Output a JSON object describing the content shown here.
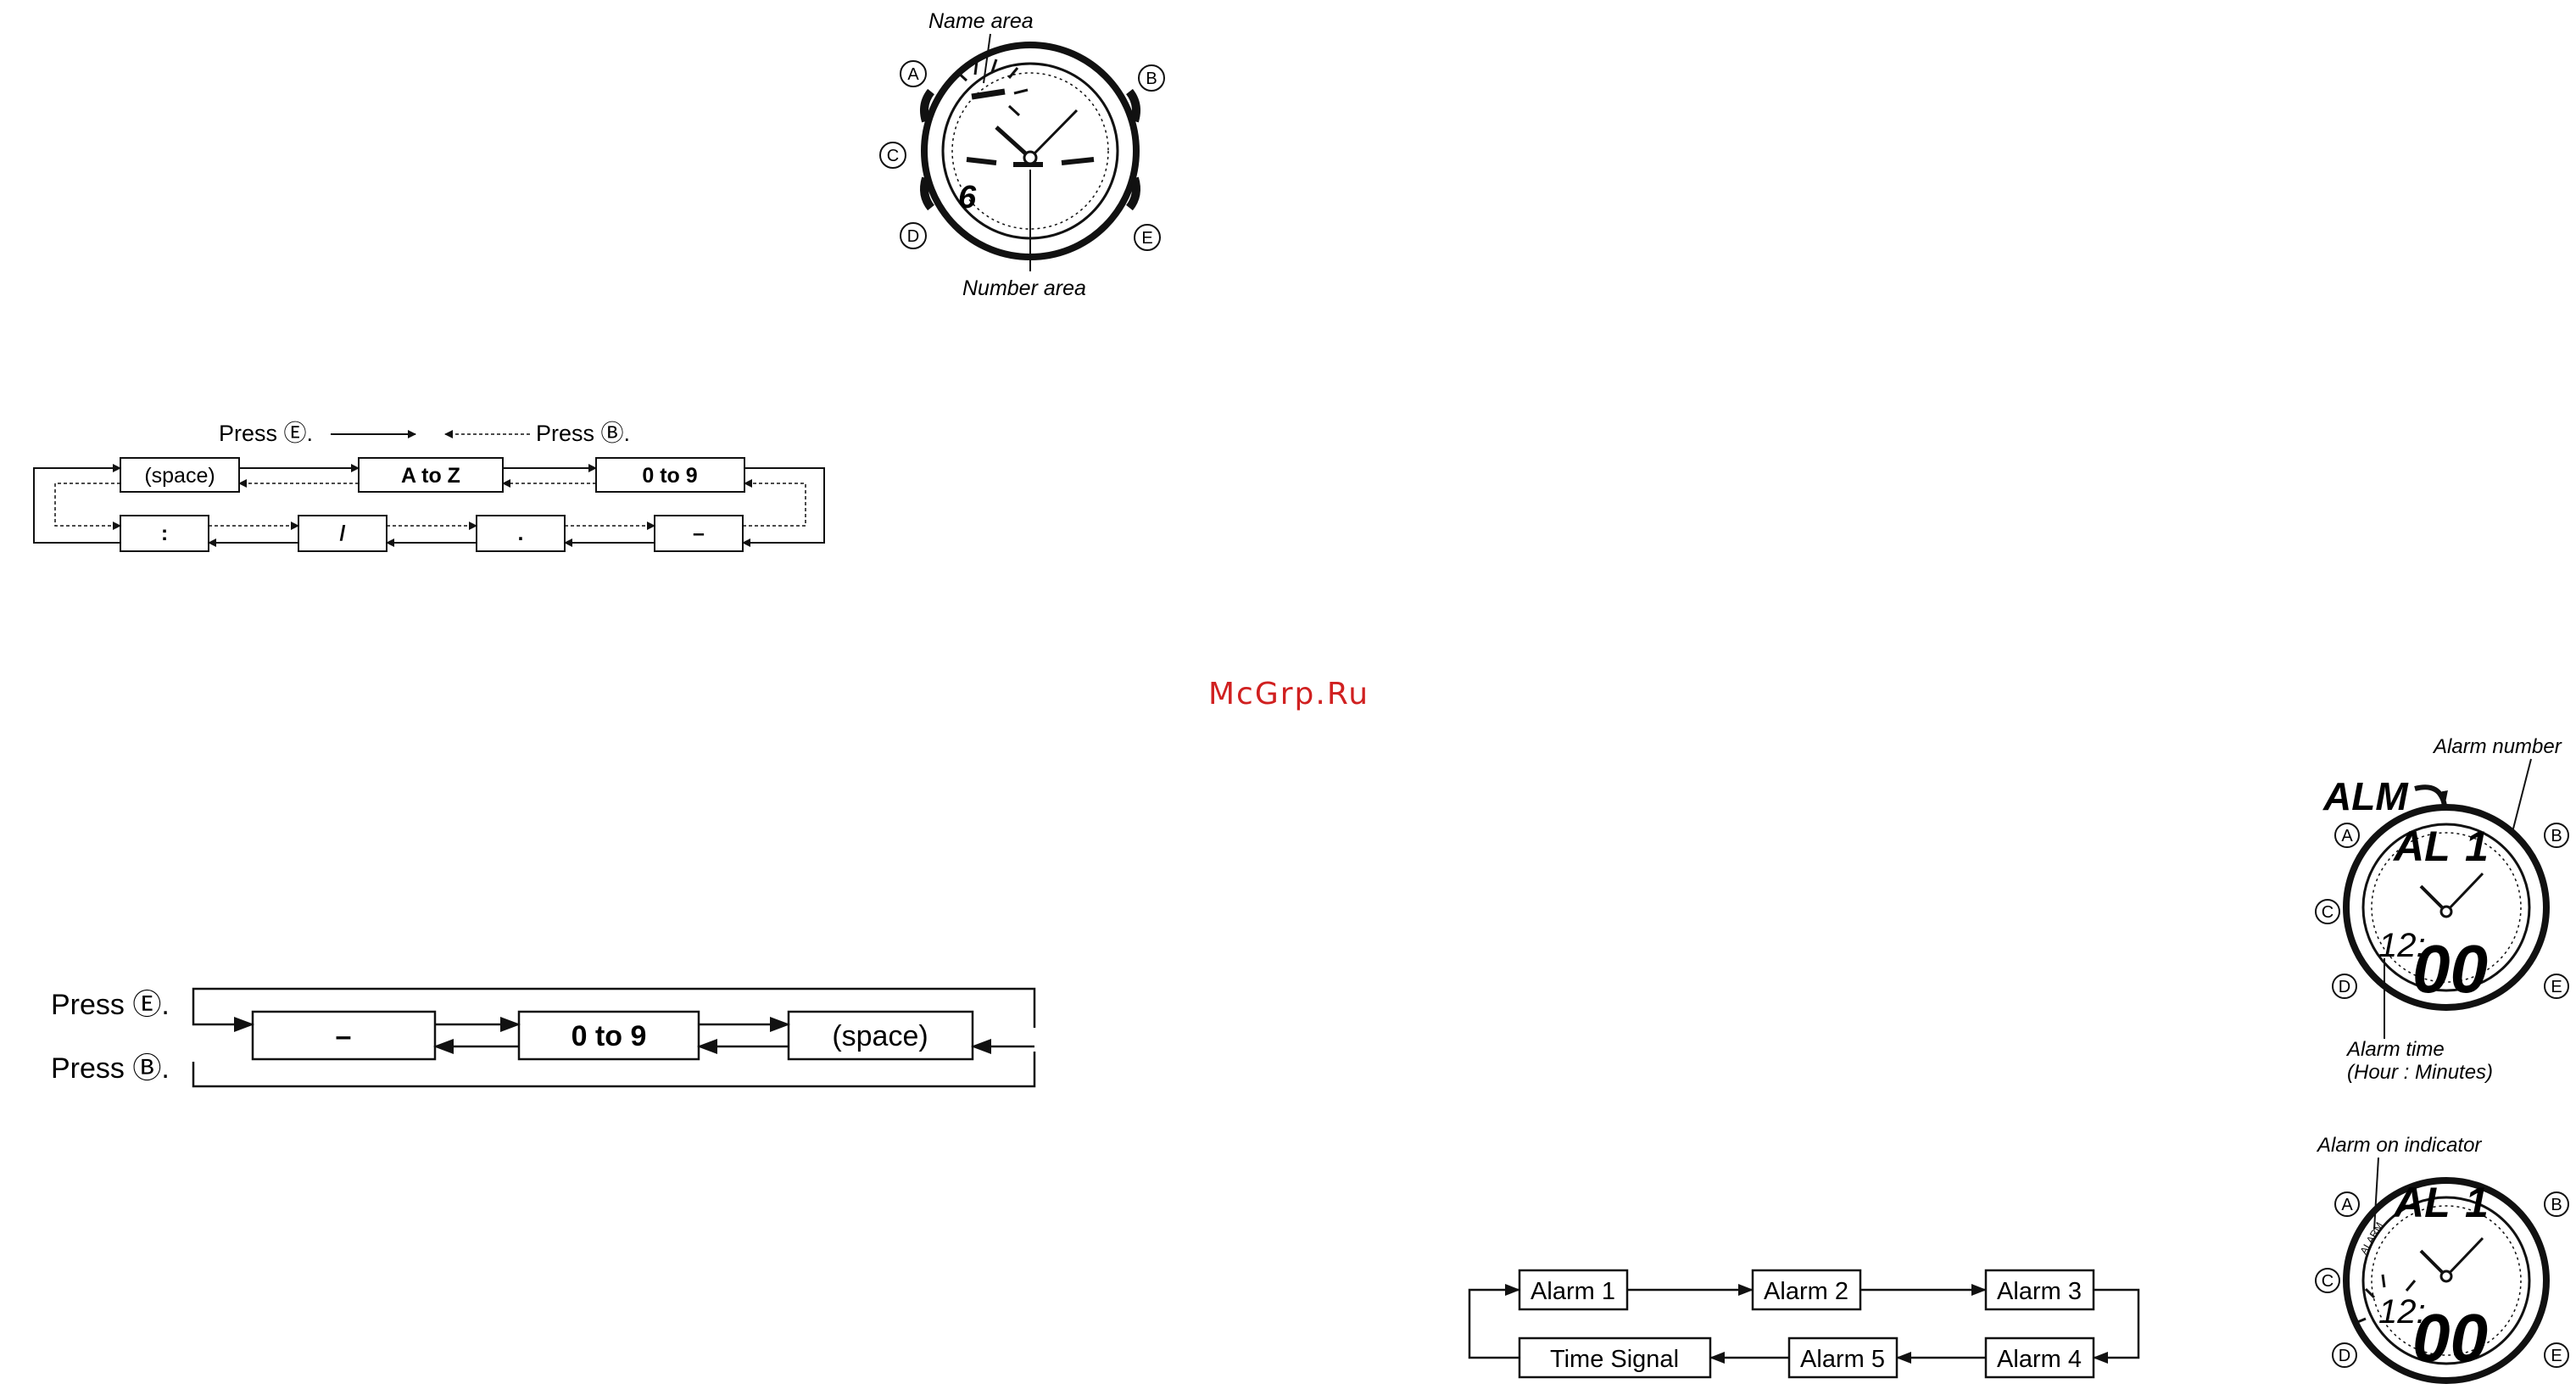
{
  "watermark": "McGrp.Ru",
  "watch_top": {
    "name_area": "Name area",
    "number_area": "Number area",
    "digit": "6",
    "btn_a": "A",
    "btn_b": "B",
    "btn_c": "C",
    "btn_d": "D",
    "btn_e": "E"
  },
  "cycle1": {
    "press_e": "Press Ⓔ.",
    "press_b": "Press Ⓑ.",
    "boxes_top": [
      "(space)",
      "A to Z",
      "0 to 9"
    ],
    "boxes_bottom": [
      ":",
      "/",
      ".",
      "–"
    ]
  },
  "cycle2": {
    "press_e": "Press Ⓔ.",
    "press_b": "Press Ⓑ.",
    "boxes": [
      "–",
      "0 to 9",
      "(space)"
    ]
  },
  "alarm_cycle": {
    "boxes_top": [
      "Alarm 1",
      "Alarm 2",
      "Alarm 3"
    ],
    "boxes_bottom": [
      "Time Signal",
      "Alarm 5",
      "Alarm 4"
    ]
  },
  "watch_alarm": {
    "alm": "ALM",
    "al": "AL",
    "al_num": "1",
    "alarm_number": "Alarm number",
    "hour": "12:",
    "minutes": "00",
    "alarm_time": "Alarm time",
    "alarm_time_sub": "(Hour : Minutes)"
  },
  "watch_alarm_on": {
    "alarm_on_indicator": "Alarm on indicator",
    "alarm_mark": "ALARM",
    "al": "AL",
    "al_num": "1",
    "hour": "12:",
    "minutes": "00"
  }
}
